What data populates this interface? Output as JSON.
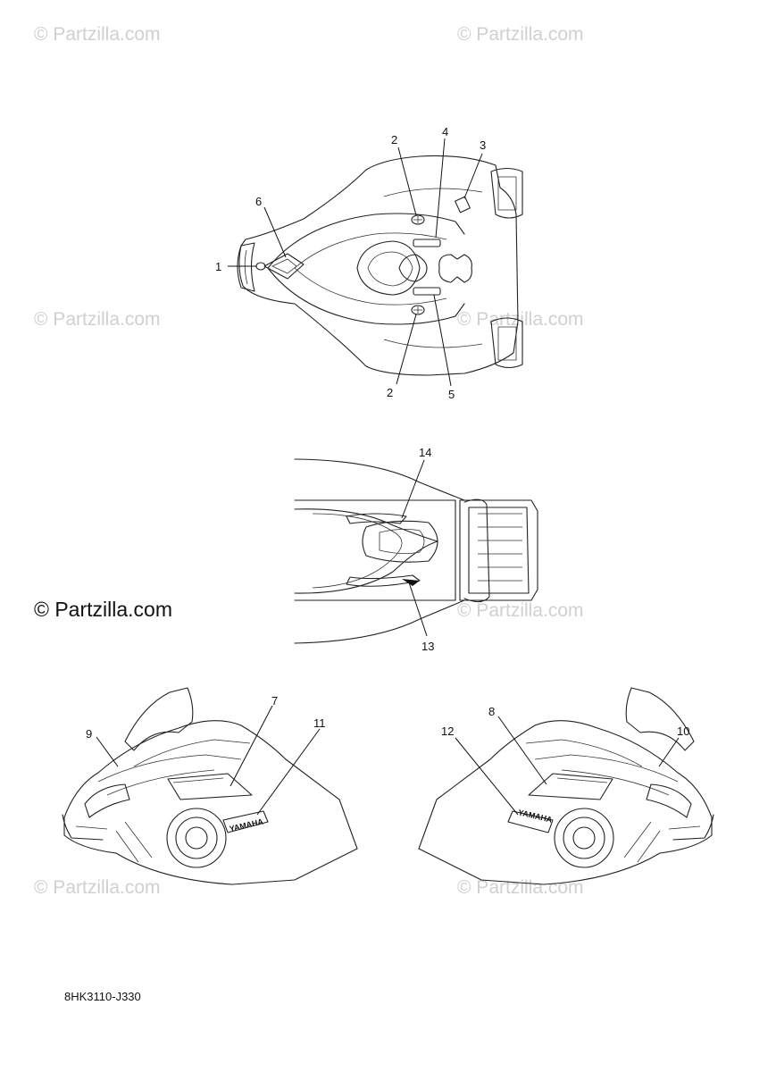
{
  "watermarks": {
    "faint_text": "© Partzilla.com",
    "main_text": "© Partzilla.com"
  },
  "callouts": {
    "c1": "1",
    "c2a": "2",
    "c2b": "2",
    "c3": "3",
    "c4": "4",
    "c5": "5",
    "c6": "6",
    "c7": "7",
    "c8": "8",
    "c9": "9",
    "c10": "10",
    "c11": "11",
    "c12": "12",
    "c13": "13",
    "c14": "14"
  },
  "decals": {
    "brand_left": "YAMAHA",
    "brand_right": "YAMAHA"
  },
  "diagram_code": "8HK3110-J330"
}
